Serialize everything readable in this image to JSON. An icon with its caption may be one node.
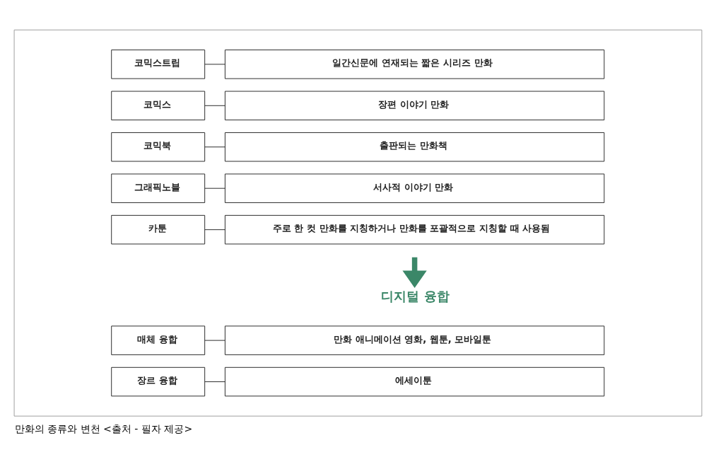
{
  "diagram": {
    "caption": "만화의 종류와 변천 <출처 - 필자 제공>",
    "nodes": [
      {
        "text": [],
        "shape": "box"
      },
      {
        "text": [
          "코믹스트립"
        ],
        "in": 0
      },
      {
        "text": [
          "일간신문에 연재되는 짧은 시리즈 만화"
        ],
        "in": 0
      },
      {
        "text": [
          "코믹스"
        ],
        "in": 0
      },
      {
        "text": [
          "장편 이야기 만화"
        ],
        "in": 0
      },
      {
        "text": [
          "코믹북"
        ],
        "in": 0
      },
      {
        "text": [
          "출판되는 만화책"
        ],
        "in": 0
      },
      {
        "text": [
          "그래픽노블"
        ],
        "in": 0
      },
      {
        "text": [
          "서사적 이야기 만화"
        ],
        "in": 0
      },
      {
        "text": [
          "카툰"
        ],
        "in": 0
      },
      {
        "text": [
          "주로 한 컷 만화를 지칭하거나 만화를 포괄적으로 지칭할 때 사용됨"
        ],
        "in": 0
      },
      {
        "text": [
          "디지털 융합"
        ],
        "in": 0
      },
      {
        "text": [
          "매체 융합"
        ],
        "in": 0
      },
      {
        "text": [
          "만화 애니메이션 영화, 웹툰, 모바일툰"
        ],
        "in": 0
      },
      {
        "text": [
          "장르 융합"
        ],
        "in": 0
      },
      {
        "text": [
          "에세이툰"
        ],
        "in": 0
      }
    ],
    "edges": [
      {
        "from": 1,
        "to": 2,
        "arrow": "none"
      },
      {
        "from": 3,
        "to": 4,
        "arrow": "none"
      },
      {
        "from": 5,
        "to": 6,
        "arrow": "none"
      },
      {
        "from": 7,
        "to": 8,
        "arrow": "none"
      },
      {
        "from": 9,
        "to": 10,
        "arrow": "none"
      },
      {
        "from": null,
        "to": 11,
        "arrow": "to",
        "style": "thick",
        "color": "#3b8768"
      },
      {
        "from": 12,
        "to": 13,
        "arrow": "none"
      },
      {
        "from": 14,
        "to": 15,
        "arrow": "none"
      }
    ]
  }
}
